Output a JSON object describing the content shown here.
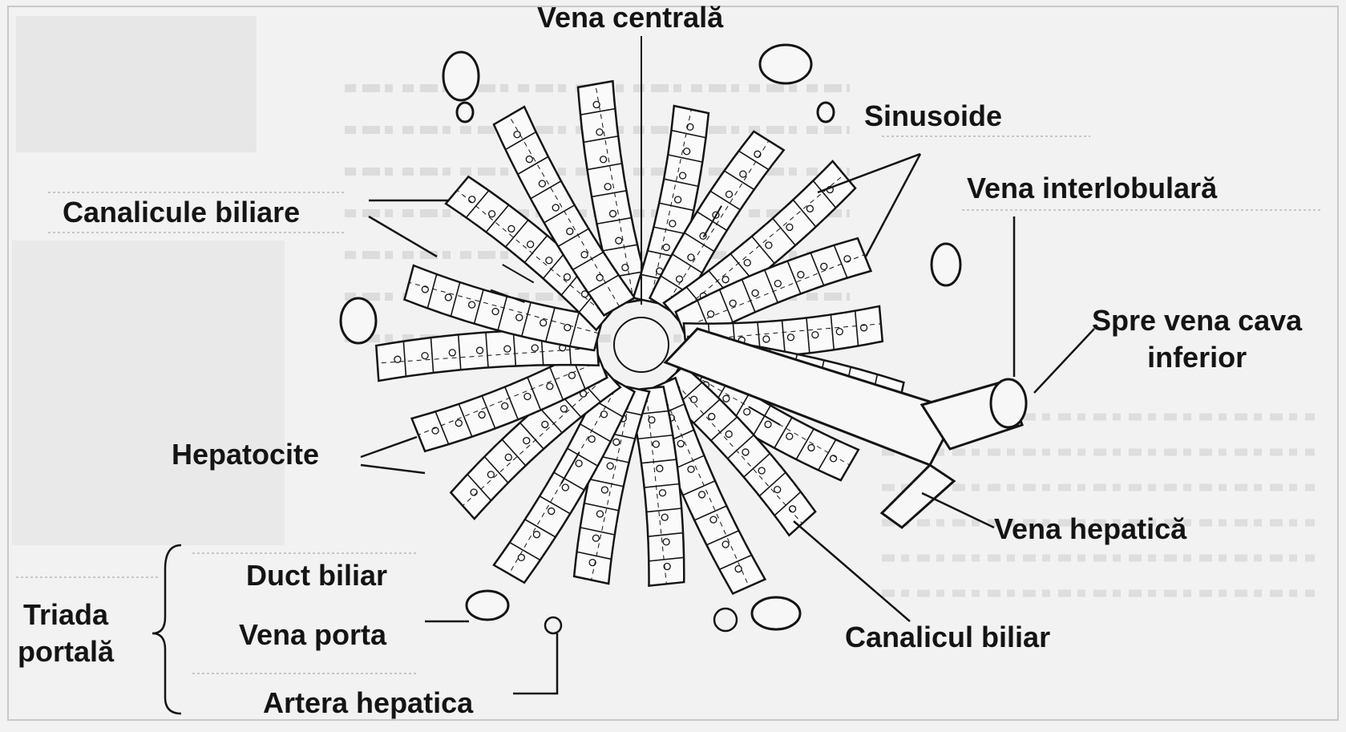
{
  "labels": {
    "vena_centrala": "Vena centrală",
    "sinusoide": "Sinusoide",
    "vena_interlobulara": "Vena interlobulară",
    "canalicule_biliare": "Canalicule biliare",
    "spre_vena_cava_line1": "Spre vena cava",
    "spre_vena_cava_line2": "inferior",
    "hepatocite": "Hepatocite",
    "vena_hepatica": "Vena hepatică",
    "triada_line1": "Triada",
    "triada_line2": "portală",
    "duct_biliar": "Duct biliar",
    "vena_porta": "Vena porta",
    "canalicul_biliar": "Canalicul biliar",
    "artera_hepatica": "Artera hepatica"
  },
  "colors": {
    "paper": "#f2f2f2",
    "ink": "#141414",
    "ghost": "#c8c8c8"
  }
}
